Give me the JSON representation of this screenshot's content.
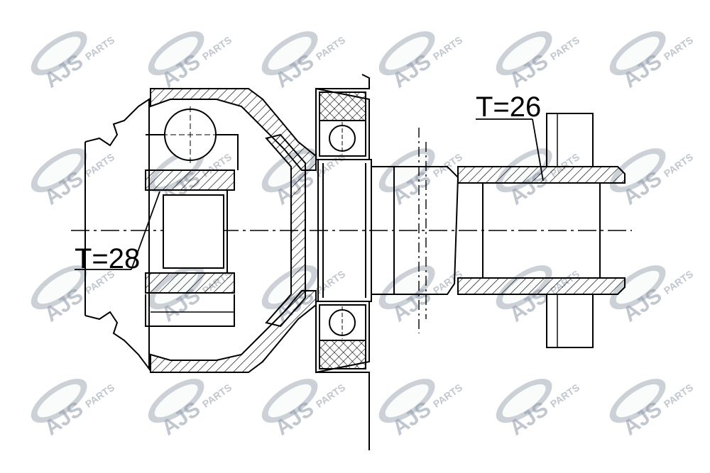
{
  "watermark": {
    "brand": "AJS",
    "sub": "PARTS"
  },
  "drawing": {
    "callouts": [
      {
        "id": "t28",
        "text": "T=28"
      },
      {
        "id": "t26",
        "text": "T=26"
      }
    ]
  },
  "colors": {
    "line": "#000000",
    "watermark": "#8f9aa8",
    "background": "#ffffff"
  }
}
